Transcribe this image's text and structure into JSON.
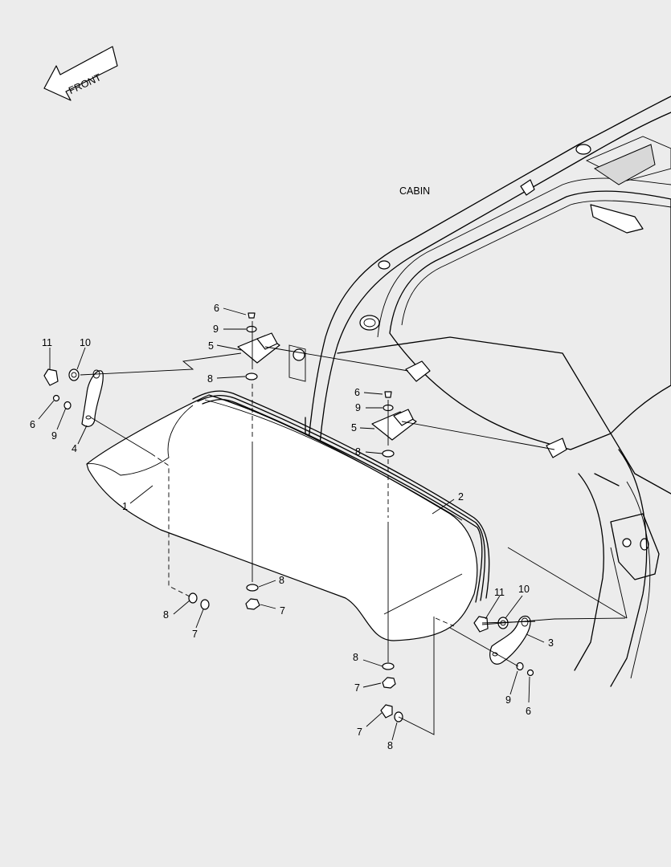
{
  "front_label": "FRONT",
  "cabin_label": "CABIN",
  "callouts": [
    {
      "id": "c11a",
      "text": "11"
    },
    {
      "id": "c10a",
      "text": "10"
    },
    {
      "id": "c6a",
      "text": "6"
    },
    {
      "id": "c9a",
      "text": "9"
    },
    {
      "id": "c4",
      "text": "4"
    },
    {
      "id": "c1",
      "text": "1"
    },
    {
      "id": "c6b",
      "text": "6"
    },
    {
      "id": "c9b",
      "text": "9"
    },
    {
      "id": "c5a",
      "text": "5"
    },
    {
      "id": "c8a",
      "text": "8"
    },
    {
      "id": "c6c",
      "text": "6"
    },
    {
      "id": "c9c",
      "text": "9"
    },
    {
      "id": "c5b",
      "text": "5"
    },
    {
      "id": "c8b",
      "text": "8"
    },
    {
      "id": "c2",
      "text": "2"
    },
    {
      "id": "c8c",
      "text": "8"
    },
    {
      "id": "c7a",
      "text": "7"
    },
    {
      "id": "c8d",
      "text": "8"
    },
    {
      "id": "c7b",
      "text": "7"
    },
    {
      "id": "c11b",
      "text": "11"
    },
    {
      "id": "c10b",
      "text": "10"
    },
    {
      "id": "c3",
      "text": "3"
    },
    {
      "id": "c8e",
      "text": "8"
    },
    {
      "id": "c7c",
      "text": "7"
    },
    {
      "id": "c9d",
      "text": "9"
    },
    {
      "id": "c6d",
      "text": "6"
    },
    {
      "id": "c7d",
      "text": "7"
    },
    {
      "id": "c8f",
      "text": "8"
    }
  ]
}
